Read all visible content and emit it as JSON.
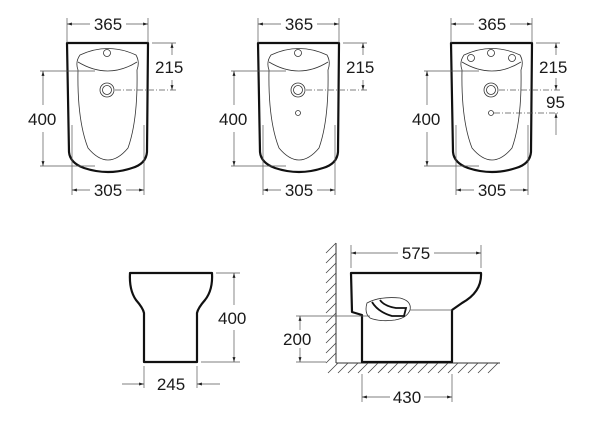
{
  "top_views": [
    {
      "variant": "one-tap-hole",
      "width_top": "365",
      "width_bottom": "305",
      "length": "400",
      "tap_to_drain": "215"
    },
    {
      "variant": "one-tap-hole-with-overflow",
      "width_top": "365",
      "width_bottom": "305",
      "length": "400",
      "tap_to_drain": "215"
    },
    {
      "variant": "three-tap-holes-with-overflow",
      "width_top": "365",
      "width_bottom": "305",
      "length": "400",
      "tap_to_drain": "215",
      "drain_to_overflow": "95"
    }
  ],
  "front_view": {
    "height": "400",
    "base_width": "245"
  },
  "side_view": {
    "total_depth": "575",
    "inlet_height": "200",
    "base_depth": "430"
  },
  "colors": {
    "line": "#111111",
    "background": "#ffffff"
  }
}
